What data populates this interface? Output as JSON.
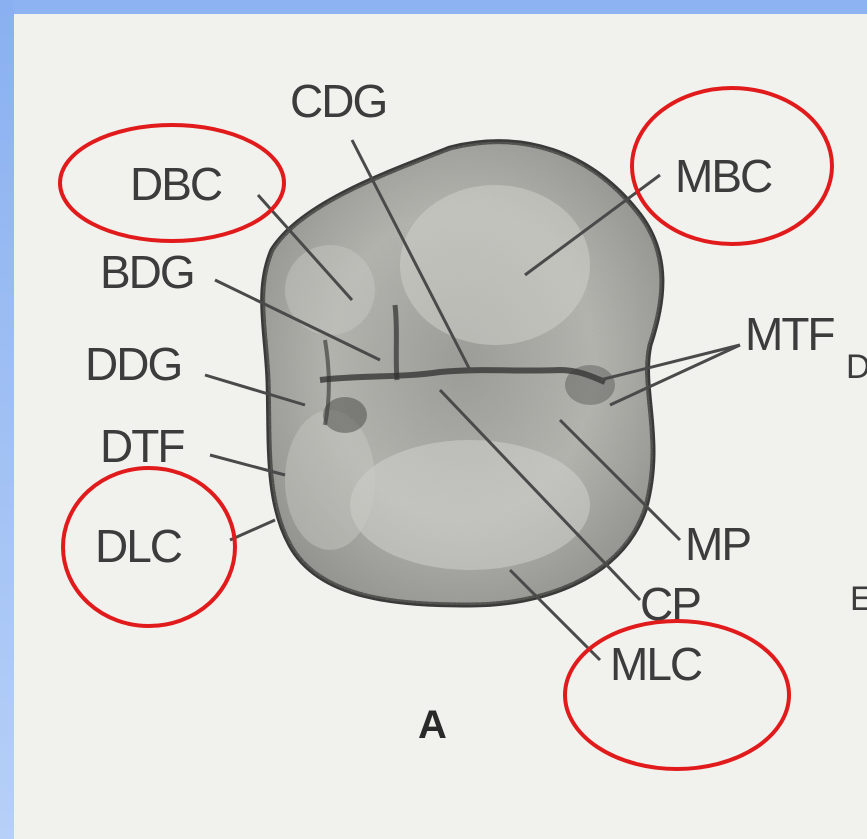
{
  "figure_label": "A",
  "labels": {
    "cdg": "CDG",
    "dbc": "DBC",
    "bdg": "BDG",
    "ddg": "DDG",
    "dtf": "DTF",
    "dlc": "DLC",
    "mbc": "MBC",
    "mtf": "MTF",
    "mp": "MP",
    "cp": "CP",
    "mlc": "MLC",
    "edge_letter_1": "D",
    "edge_letter_2": "E"
  },
  "colors": {
    "background_blue": "#8fb4f2",
    "paper": "#f1f1ee",
    "highlight_circle": "#e11b1b",
    "ink": "#3c3c3c"
  }
}
